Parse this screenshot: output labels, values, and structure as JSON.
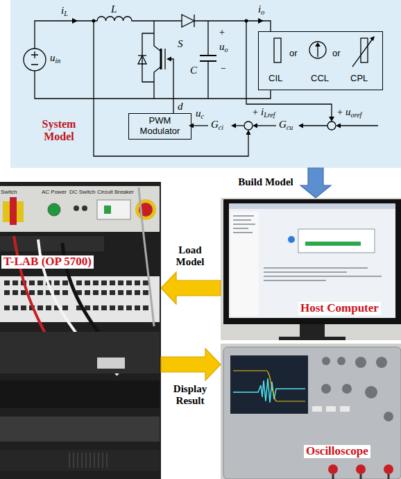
{
  "diagram": {
    "nodes": [
      {
        "text": [
          "System Model"
        ]
      },
      {
        "text": [
          "PWM Modulator"
        ],
        "in": 0
      },
      {
        "text": [
          "CIL",
          "or",
          "CCL",
          "or",
          "CPL"
        ],
        "in": 0
      },
      {
        "text": [
          "Host Computer"
        ]
      },
      {
        "text": [
          "T-LAB (OP 5700)"
        ]
      },
      {
        "text": [
          "Oscilloscope"
        ]
      }
    ],
    "edges": [
      {
        "from": 0,
        "to": 3,
        "label": "Build Model",
        "arrow": "to"
      },
      {
        "from": 3,
        "to": 4,
        "label": "Load Model",
        "arrow": "to"
      },
      {
        "from": 4,
        "to": 5,
        "label": "Display Result",
        "arrow": "to"
      }
    ],
    "labels": [
      "iL",
      "L",
      "uin",
      "S",
      "C",
      "+",
      "uo",
      "−",
      "io",
      "d",
      "uc",
      "Gci",
      "+",
      "iLref",
      "Gcu",
      "+",
      "uoref",
      "Switch",
      "AC Power",
      "DC Switch",
      "Circuit Breaker"
    ]
  }
}
